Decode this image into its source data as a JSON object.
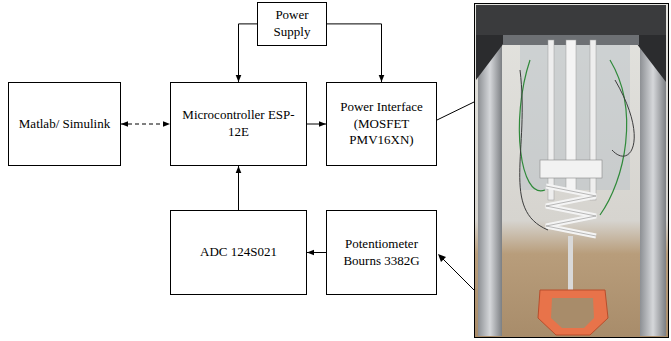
{
  "diagram": {
    "nodes": [
      {
        "text": [
          "Matlab/ Simulink"
        ]
      },
      {
        "text": [
          "Microcontroller ESP-12E"
        ]
      },
      {
        "text": [
          "Power Supply"
        ]
      },
      {
        "text": [
          "Power Interface (MOSFET PMV16XN)"
        ]
      },
      {
        "text": [
          "ADC 124S021"
        ]
      },
      {
        "text": [
          "Potentiometer Bourns 3382G"
        ]
      }
    ],
    "edges": [
      {
        "from": 0,
        "to": 1,
        "arrow": "both"
      },
      {
        "from": 2,
        "to": 1,
        "arrow": "to"
      },
      {
        "from": 2,
        "to": 3,
        "arrow": "to"
      },
      {
        "from": 1,
        "to": 3,
        "arrow": "to"
      },
      {
        "from": 5,
        "to": 4,
        "arrow": "to"
      },
      {
        "from": 4,
        "to": 1,
        "arrow": "to"
      }
    ]
  }
}
